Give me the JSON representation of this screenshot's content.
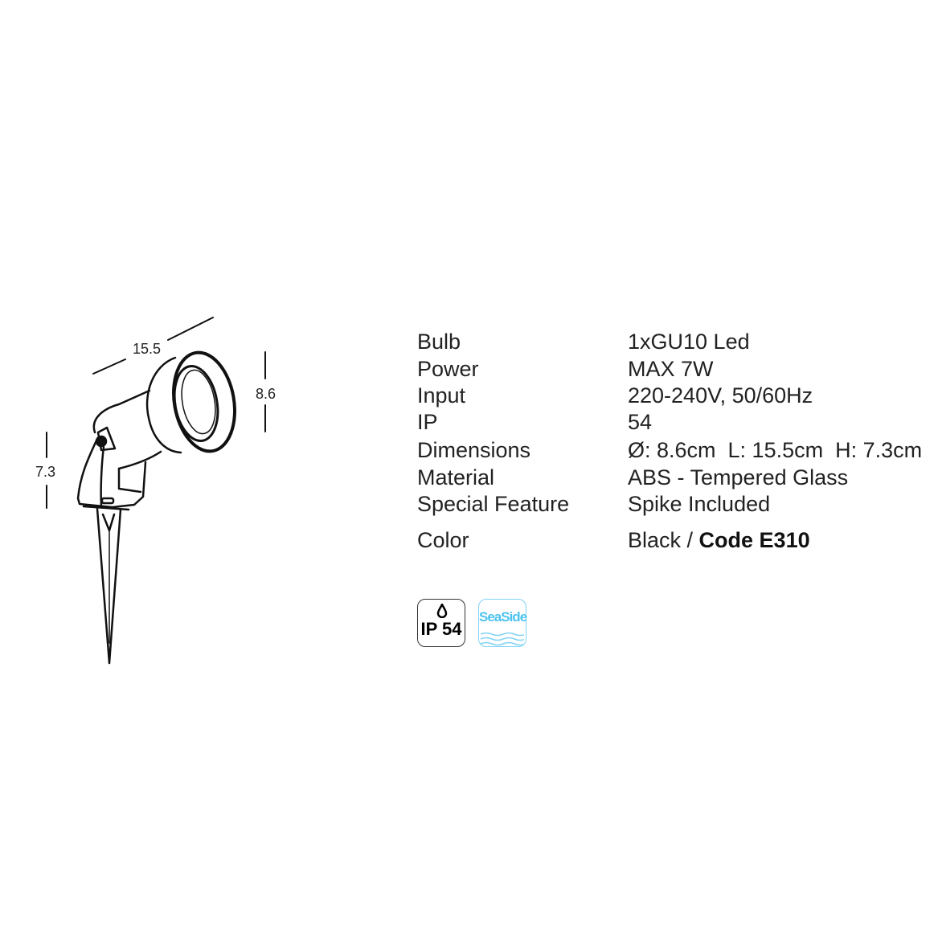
{
  "dimensions_drawing": {
    "length": "15.5",
    "diameter": "8.6",
    "height": "7.3"
  },
  "specs": [
    {
      "label": "Bulb",
      "value": "1xGU10 Led"
    },
    {
      "label": "Power",
      "value": "MAX 7W"
    },
    {
      "label": "Input",
      "value": "220-240V, 50/60Hz"
    },
    {
      "label": "IP",
      "value": "54"
    },
    {
      "label": "Dimensions",
      "value": "Ø: 8.6cm  L: 15.5cm  H: 7.3cm"
    },
    {
      "label": "Material",
      "value": "ABS - Tempered Glass"
    },
    {
      "label": "Special Feature",
      "value": "Spike Included"
    }
  ],
  "color": {
    "label": "Color",
    "value": "Black / ",
    "code_label": "Code",
    "code": "E310"
  },
  "badges": {
    "ip": "IP 54",
    "seaside": "SeaSide"
  },
  "colors": {
    "seaside": "#4cc3f0"
  }
}
